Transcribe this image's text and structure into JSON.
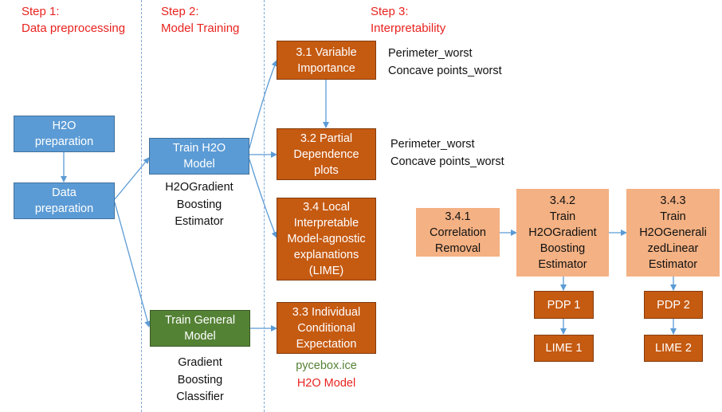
{
  "steps": [
    {
      "line1": "Step 1:",
      "line2": "Data preprocessing"
    },
    {
      "line1": "Step 2:",
      "line2": "Model Training"
    },
    {
      "line1": "Step 3:",
      "line2": "Interpretability"
    }
  ],
  "nodes": {
    "h2o_prep": [
      "H2O",
      "preparation"
    ],
    "data_prep": [
      "Data",
      "preparation"
    ],
    "train_h2o": [
      "Train H2O",
      "Model"
    ],
    "train_general": [
      "Train General",
      "Model"
    ],
    "var_importance": [
      "3.1 Variable",
      "Importance"
    ],
    "pdp": [
      "3.2 Partial",
      "Dependence",
      "plots"
    ],
    "lime": [
      "3.4 Local",
      "Interpretable",
      "Model-agnostic",
      "explanations",
      "(LIME)"
    ],
    "ice": [
      "3.3 Individual",
      "Conditional",
      "Expectation"
    ],
    "corr_removal": [
      "3.4.1",
      "Correlation",
      "Removal"
    ],
    "train_gb": [
      "3.4.2",
      "Train",
      "H2OGradient",
      "Boosting",
      "Estimator"
    ],
    "train_glm": [
      "3.4.3",
      "Train",
      "H2OGenerali",
      "zedLinear",
      "Estimator"
    ],
    "pdp1": [
      "PDP 1"
    ],
    "lime1": [
      "LIME 1"
    ],
    "pdp2": [
      "PDP 2"
    ],
    "lime2": [
      "LIME 2"
    ]
  },
  "notes": {
    "h2o_estimator": [
      "H2OGradient",
      "Boosting",
      "Estimator"
    ],
    "gb_classifier": [
      "Gradient",
      "Boosting",
      "Classifier"
    ],
    "vi_features": [
      "Perimeter_worst",
      "Concave points_worst"
    ],
    "pdp_features": [
      "Perimeter_worst",
      "Concave points_worst"
    ],
    "ice_lib": "pycebox.ice",
    "ice_model": "H2O Model"
  },
  "colors": {
    "step_text": "#e8231f",
    "blue_box": "#5b9bd5",
    "orange_box": "#c55a11",
    "peach_box": "#f4b183",
    "green_box": "#548235",
    "arrow": "#5b9bd5",
    "divider": "#7fa7d6",
    "pycebox_text": "#548235",
    "h2o_model_text": "#e8231f"
  }
}
